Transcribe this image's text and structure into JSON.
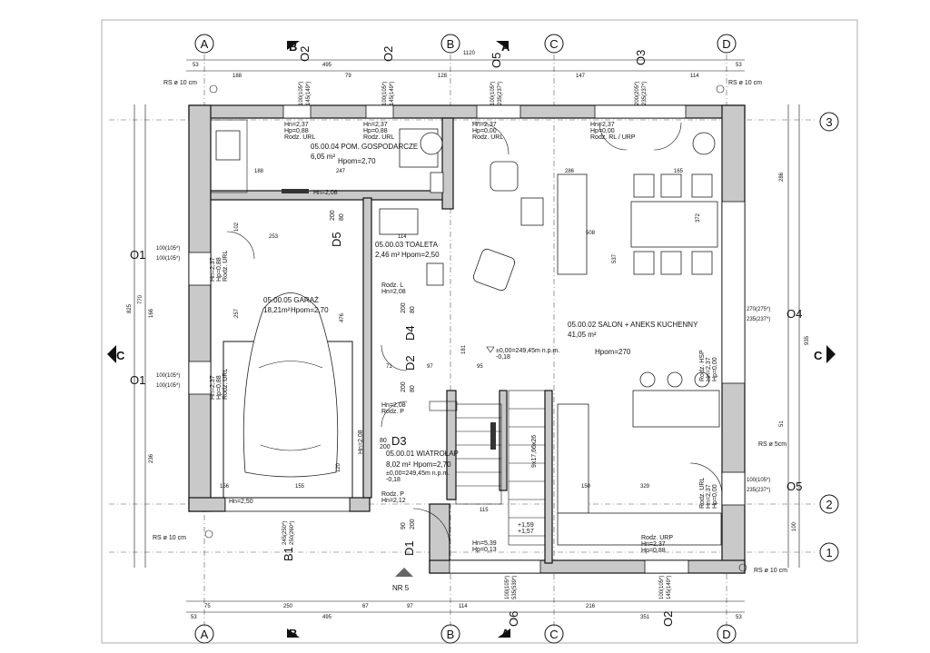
{
  "axes": {
    "top": [
      "A",
      "B",
      "C",
      "D"
    ],
    "bottom": [
      "A",
      "B",
      "C",
      "D"
    ],
    "right": [
      "3",
      "2",
      "1"
    ]
  },
  "section_marks": {
    "b_top": "B",
    "a_top": "A",
    "b_bottom": "B",
    "a_bottom": "A",
    "c_left": "C",
    "c_right": "C"
  },
  "codes": {
    "o2_top_left": "O2",
    "o2_top_mid": "O2",
    "o5_top": "O5",
    "o3_top": "O3",
    "o1_upper": "O1",
    "o1_lower": "O1",
    "o4": "O4",
    "o5_right": "O5",
    "o6_bottom": "O6",
    "o2_bottom": "O2",
    "d5": "D5",
    "d4": "D4",
    "d2": "D2",
    "d3": "D3",
    "d1": "D1",
    "b1": "B1"
  },
  "dims_top": {
    "total": "1120",
    "a": "53",
    "b": "495",
    "c": "188",
    "d": "79",
    "e": "128",
    "f": "147",
    "g": "114",
    "h": "53"
  },
  "dims_bottom": {
    "a": "75",
    "b": "250",
    "c": "67",
    "d": "97",
    "e": "114",
    "f": "216",
    "g": "351",
    "h": "495",
    "i": "53",
    "j": "53"
  },
  "dims_inner": {
    "d188": "188",
    "d247": "247",
    "d253": "253",
    "d114": "114",
    "d286": "286",
    "d165": "165",
    "d372": "372",
    "d508": "508",
    "d537": "537",
    "d257": "257",
    "d476": "476",
    "d95": "95",
    "d97": "97",
    "d71": "71",
    "d120": "120",
    "d155": "155",
    "d156": "156",
    "d115": "115",
    "d329": "329",
    "d150": "150",
    "d181": "181",
    "d102": "102",
    "d166": "166",
    "d236": "236",
    "d770": "770",
    "d825": "825",
    "d935": "935",
    "d286v": "286",
    "d100": "100",
    "d51": "51"
  },
  "openings": {
    "o2a": "100(105*)",
    "o2a2": "145(149*)",
    "o2b": "100(105*)",
    "o2b2": "145(149*)",
    "o5a": "100(105*)",
    "o5b": "235(237*)",
    "o3a": "200(205*)",
    "o3b": "235(237*)",
    "o1a": "100(105*)",
    "o1b": "100(105*)",
    "o1c": "100(105*)",
    "o1d": "100(105*)",
    "o4a": "270(275*)",
    "o4b": "235(237*)",
    "o5c": "100(105*)",
    "o5d": "235(237*)",
    "b1a": "245(250*)",
    "b1b": "250(260*)",
    "o6a": "100(105*)",
    "o6b": "535(539*)",
    "o2c": "100(105*)",
    "o2d": "145(149*)"
  },
  "window_tags": {
    "w1": [
      "Hn=2,37",
      "Hp=0,88",
      "Rodz. URL"
    ],
    "w2": [
      "Hn=2,37",
      "Hp=0,88",
      "Rodz. URL"
    ],
    "w3": [
      "Hn=2,37",
      "Hp=0,00",
      "Rodz. URL"
    ],
    "w4": [
      "Hn=2,37",
      "Hp=0,00",
      "Rodz. RL / URP"
    ],
    "w5": [
      "Hn=2,37",
      "Hp=0,88",
      "Rodz. URL"
    ],
    "w6": [
      "Hn=2,37",
      "Hp=0,88",
      "Rodz. URL"
    ],
    "w7": [
      "Rodz. HSP",
      "Hn=2,37",
      "Hp=0,00"
    ],
    "w8": [
      "Rodz. URL",
      "Hn=2,37",
      "Hp=0,00"
    ],
    "w9": [
      "Rodz. URP",
      "Hn=2,37",
      "Hp=0,88"
    ],
    "w10": [
      "Hn=5,39",
      "Hp=0,13"
    ]
  },
  "rooms": {
    "gosp": {
      "name": "05.00.04 POM. GOSPODARCZE",
      "area": "6,05 m²",
      "h": "Hpom=2,70"
    },
    "toaleta": {
      "name": "05.00.03 TOALETA",
      "area": "2,46 m²",
      "h": "Hpom=2,50"
    },
    "garaz": {
      "name": "05.00.05 GARAŻ",
      "area": "18,21m²",
      "h": "Hpom=2,70"
    },
    "salon": {
      "name": "05.00.02 SALON + ANEKS KUCHENNY",
      "area": "41,05 m²",
      "h": "Hpom=270"
    },
    "wiatrolap": {
      "name": "05.00.01 WIATROŁAP",
      "area": "8,02 m²",
      "h": "Hpom=2,70"
    }
  },
  "levels": {
    "salon": "±0,00=249,45m n.p.m.",
    "salon2": "-0,18",
    "wiat": "±0,00=249,45m n.p.m.",
    "wiat2": "-0,18",
    "step": "+1,59",
    "step2": "+1,57"
  },
  "door_tags": {
    "hn208a": "Hn=2,08",
    "hn208b": "Hn=2,08",
    "rodzL": "Rodz. L",
    "rodzP": "Rodz. P",
    "hn208c": "Hn=2,08",
    "hn208d": "Hn=2,08",
    "rodzP2": "Rodz. P",
    "hn212": "Hn=2,12",
    "hn250": "Hn=2,50",
    "d200a": "200",
    "d80a": "80",
    "d200b": "200",
    "d80b": "80",
    "d200c": "200",
    "d80c": "80",
    "d80d": "80",
    "d200d": "200",
    "d90": "90",
    "d200e": "200"
  },
  "stairs": "9x17,66x26",
  "rs": {
    "tl": "RS ø 10 cm",
    "tr": "RS ø 10 cm",
    "bl": "RS ø 10 cm",
    "br": "RS ø 10 cm",
    "r5": "RS ø 5cm"
  },
  "entrance": "NR 5"
}
